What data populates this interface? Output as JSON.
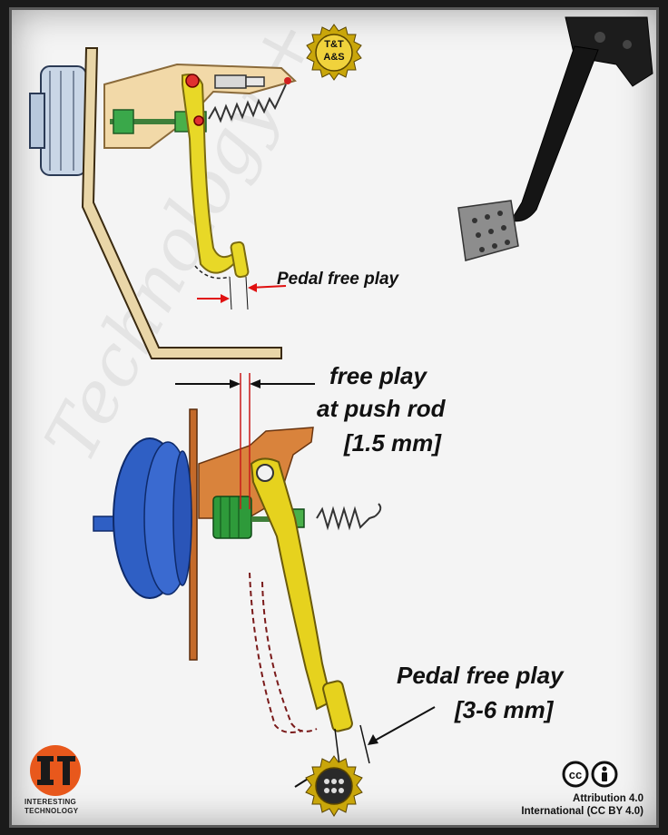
{
  "top_left_diagram": {
    "pedal_free_play_label": "Pedal free play"
  },
  "brand_badge_top": {
    "text_line1": "T&T",
    "text_line2": "A&S"
  },
  "bottom_diagram": {
    "push_rod_label_line1": "free play",
    "push_rod_label_line2": "at push rod",
    "push_rod_label_line3": "[1.5 mm]",
    "pedal_label_line1": "Pedal free play",
    "pedal_label_line2": "[3-6 mm]"
  },
  "logo": {
    "caption_line1": "INTERESTING",
    "caption_line2": "TECHNOLOGY"
  },
  "license": {
    "line1": "Attribution 4.0",
    "line2": "International (CC BY 4.0)",
    "icon_cc": "cc-icon",
    "icon_by": "by-person-icon"
  },
  "watermark": {
    "text": "Technology + Technic + Art & Sport"
  },
  "colors": {
    "pedal_yellow": "#e6d21e",
    "booster_blue": "#2f5fc4",
    "bracket_orange": "#d9833c",
    "boot_green": "#2e9a3a",
    "dim_red": "#e01010"
  }
}
